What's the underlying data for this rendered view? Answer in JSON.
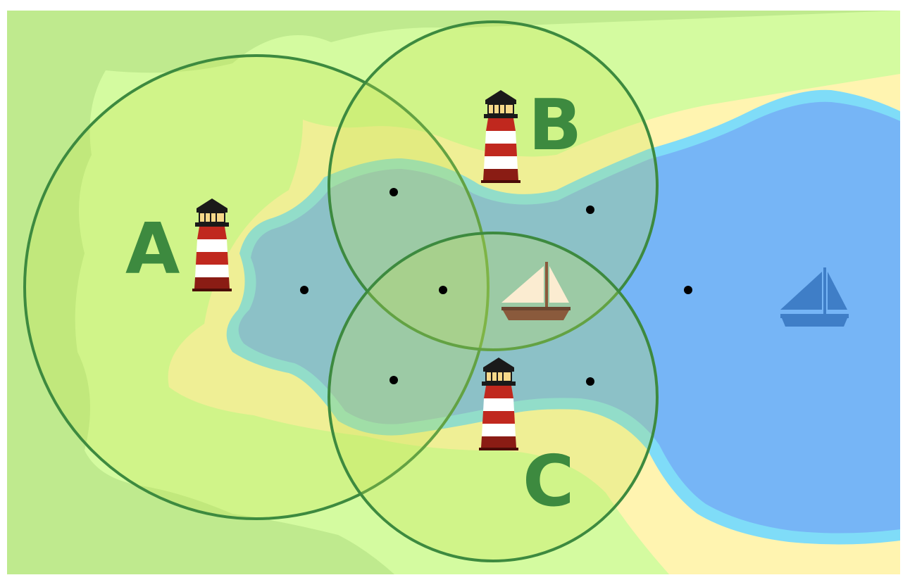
{
  "stations": [
    {
      "id": "A",
      "label": "A"
    },
    {
      "id": "B",
      "label": "B"
    },
    {
      "id": "C",
      "label": "C"
    }
  ],
  "colors": {
    "land_dark": "#bfea8e",
    "land_light": "#d4fba0",
    "sand": "#fff4b0",
    "shore": "#7fdcf8",
    "sea": "#76b5f6",
    "range_circle_stroke": "#3d8a3f",
    "range_circle_fill": "#c4e24f",
    "label": "#3d8a3f",
    "boat_sail": "#fbecd1",
    "boat_hull": "#8a5a3c",
    "far_boat": "#3f7ec7",
    "lighthouse_red": "#c0281e",
    "lighthouse_white": "#ffffff",
    "lighthouse_dark": "#8a1c14"
  },
  "icons": {
    "lighthouse": "lighthouse-icon",
    "sailboat": "sailboat-icon",
    "distant_sailboat": "distant-sailboat-icon",
    "position_dot": "position-dot"
  },
  "position_dot_count": 7
}
